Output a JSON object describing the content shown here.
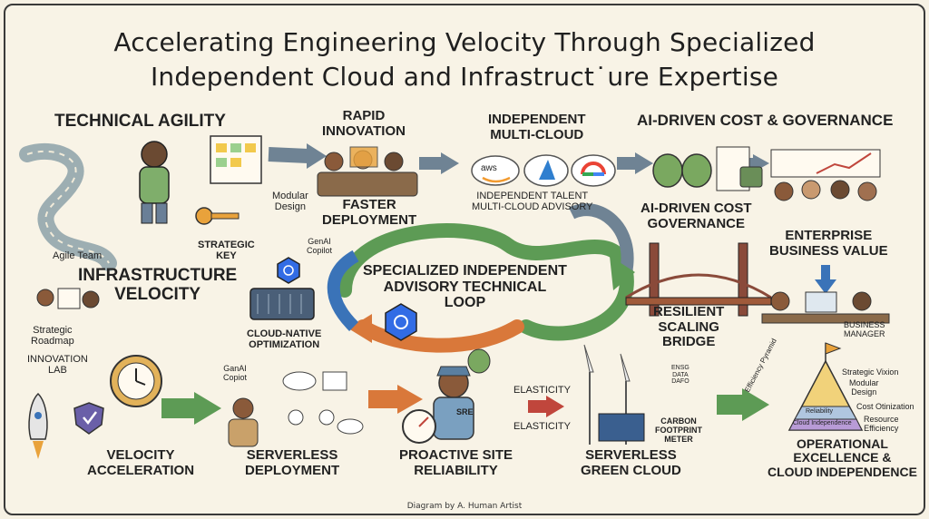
{
  "title": {
    "line1": "Accelerating Engineering Velocity Through Specialized",
    "line2": "Independent Cloud and Infrastruct˙ure Expertise"
  },
  "labels": {
    "technical_agility": "TECHNICAL AGILITY",
    "rapid_innovation": "RAPID\nINNOVATION",
    "independent_multicloud": "INDEPENDENT\nMULTI-CLOUD",
    "ai_cost_governance_header": "AI-DRIVEN COST & GOVERNANCE",
    "modular_design": "Modular\nDesign",
    "faster_deployment": "FASTER\nDEPLOYMENT",
    "independent_talent": "INDEPENDENT TALENT\nMULTI-CLOUD ADVISORY",
    "ai_cost_governance": "AI-DRIVEN COST\nGOVERNANCE",
    "enterprise_business_value": "ENTERPRISE\nBUSINESS VALUE",
    "agile_team": "Agile Team",
    "strategic_key": "STRATEGIC\nKEY",
    "genai_copilot_top": "GenAI\nCopilot",
    "infrastructure_velocity": "INFRASTRUCTURE\nVELOCITY",
    "central_loop": "SPECIALIZED INDEPENDENT\nADVISORY TECHNICAL\nLOOP",
    "resilient_bridge": "RESILIENT\nSCALING\nBRIDGE",
    "strategic_roadmap": "Strategic\nRoadmap",
    "cloud_native": "CLOUD-NATIVE\nOPTIMIZATION",
    "business_manager": "BUSINESS\nMANAGER",
    "innovation_lab": "INNOVATION\nLAB",
    "genai_copilot_bottom": "GanAI\nCopiot",
    "elasticity_1": "ELASTICITY",
    "elasticity_2": "ELASTICITY",
    "ensg_data": "ENSG\nDATA\nDAFO",
    "carbon_meter": "CARBON\nFOOTPRINT\nMETER",
    "sre_badge": "SRE",
    "velocity_acceleration": "VELOCITY\nACCELERATION",
    "serverless_deployment": "SERVERLESS\nDEPLOYMENT",
    "proactive_sre": "PROACTIVE SITE\nRELIABILITY",
    "serverless_green": "SERVERLESS\nGREEN CLOUD",
    "operational_excellence": "OPERATIONAL\nEXCELLENCE &\nCLOUD INDEPENDENCE",
    "aws_logo": "aws",
    "cloud_independence_axis": "Efficiency Pyramid"
  },
  "pyramid": {
    "levels": [
      "Strategic Vixion",
      "Modular\nDesign",
      "Cost Otinization",
      "Resource\nEfficiency"
    ],
    "bands": [
      "Reliability",
      "Cloud Independence"
    ]
  },
  "credit": "Diagram by A. Human Artist",
  "colors": {
    "arrow_gray": "#6f8394",
    "arrow_green": "#5d9b55",
    "arrow_orange": "#d9783a",
    "arrow_red": "#c0463c",
    "arrow_blue": "#3a73b8",
    "ink": "#222222",
    "paper": "#f8f3e6"
  }
}
